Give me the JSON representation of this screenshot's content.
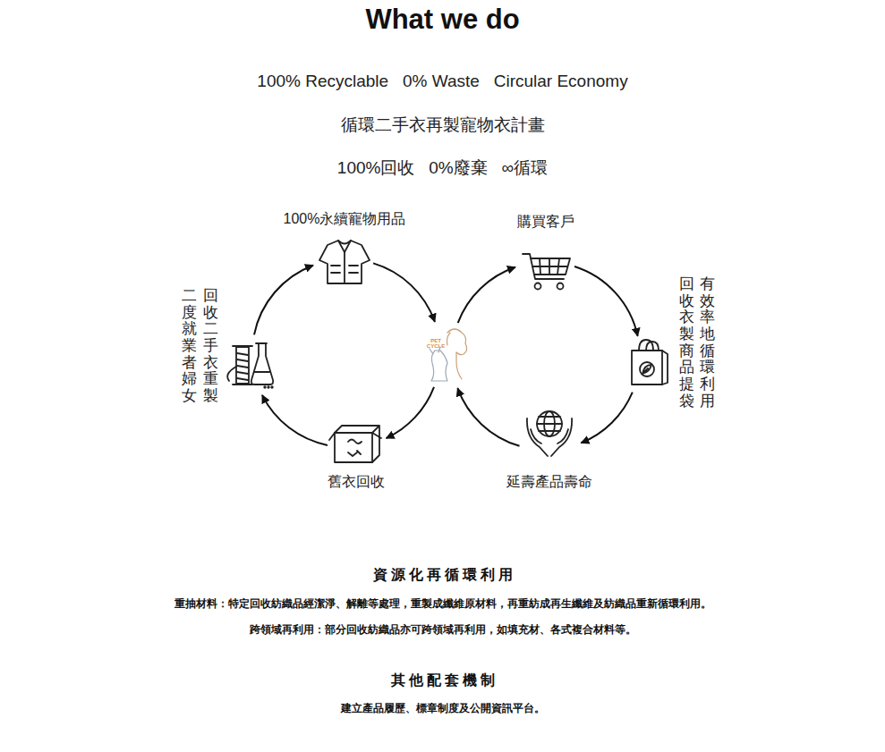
{
  "diagram": {
    "title": "What we do",
    "nodes": [
      {
        "text": [
          "100%永續寵物用品"
        ]
      },
      {
        "text": [
          "購買客戶"
        ]
      },
      {
        "text": [
          "回收二手衣重製",
          "二度就業者婦女"
        ]
      },
      {
        "text": [
          "PET CYCLE"
        ]
      },
      {
        "text": [
          "有效率地循環利用",
          "回收衣製商品提袋"
        ]
      },
      {
        "text": [
          "舊衣回收"
        ]
      },
      {
        "text": [
          "延壽產品壽命"
        ]
      }
    ],
    "edges": [
      {
        "from": 2,
        "to": 0,
        "arrow": "to"
      },
      {
        "from": 0,
        "to": 3,
        "arrow": "to"
      },
      {
        "from": 3,
        "to": 5,
        "arrow": "to"
      },
      {
        "from": 5,
        "to": 2,
        "arrow": "to"
      },
      {
        "from": 3,
        "to": 1,
        "arrow": "to"
      },
      {
        "from": 1,
        "to": 4,
        "arrow": "to"
      },
      {
        "from": 4,
        "to": 6,
        "arrow": "to"
      },
      {
        "from": 6,
        "to": 3,
        "arrow": "to"
      }
    ],
    "labels": [
      "100% Recyclable   0% Waste   Circular Economy",
      "循環二手衣再製寵物衣計畫",
      "100%回收   0%廢棄   ∞循環",
      "資源化再循環利用",
      "重抽材料：特定回收紡織品經潔淨、解離等處理，重製成纖維原材料，再重紡成再生纖維及紡織品重新循環利用。",
      "跨領域再利用：部分回收紡織品亦可跨領域再利用，如填充材、各式複合材料等。",
      "其他配套機制",
      "建立產品履歷、標章制度及公開資訊平台。"
    ]
  }
}
